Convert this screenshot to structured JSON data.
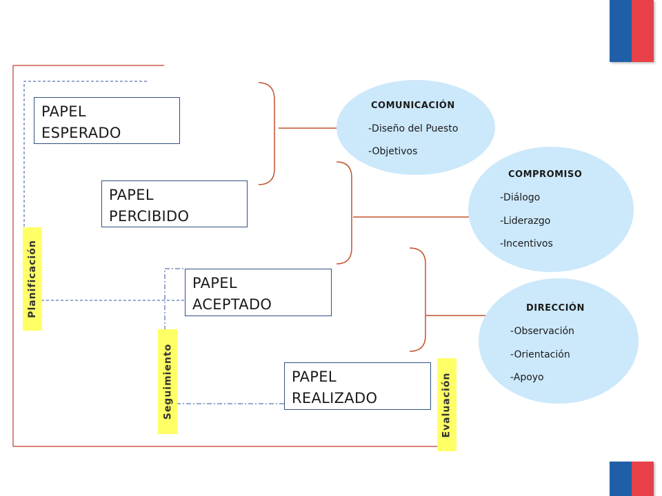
{
  "boxes": {
    "esperado": {
      "line1": "PAPEL",
      "line2": "ESPERADO"
    },
    "percibido": {
      "line1": "PAPEL",
      "line2": "PERCIBIDO"
    },
    "aceptado": {
      "line1": "PAPEL",
      "line2": "ACEPTADO"
    },
    "realizado": {
      "line1": "PAPEL",
      "line2": "REALIZADO"
    }
  },
  "phases": {
    "planificacion": "Planificación",
    "seguimiento": "Seguimiento",
    "evaluacion": "Evaluación"
  },
  "bubbles": {
    "comunicacion": {
      "title": "COMUNICACIÓN",
      "items": [
        "-Diseño del Puesto",
        "-Objetivos"
      ]
    },
    "compromiso": {
      "title": "COMPROMISO",
      "items": [
        "-Diálogo",
        "-Liderazgo",
        "-Incentivos"
      ]
    },
    "direccion": {
      "title": "DIRECCIÓN",
      "items": [
        "-Observación",
        "-Orientación",
        "-Apoyo"
      ]
    }
  },
  "colors": {
    "frame": "#c0392b",
    "connector": "#c0502a",
    "dashed": "#2b4f9e",
    "bubble": "#cce8fb",
    "label_bg": "#ffff66",
    "flag_blue": "#1f5fa8",
    "flag_red": "#e84048"
  }
}
